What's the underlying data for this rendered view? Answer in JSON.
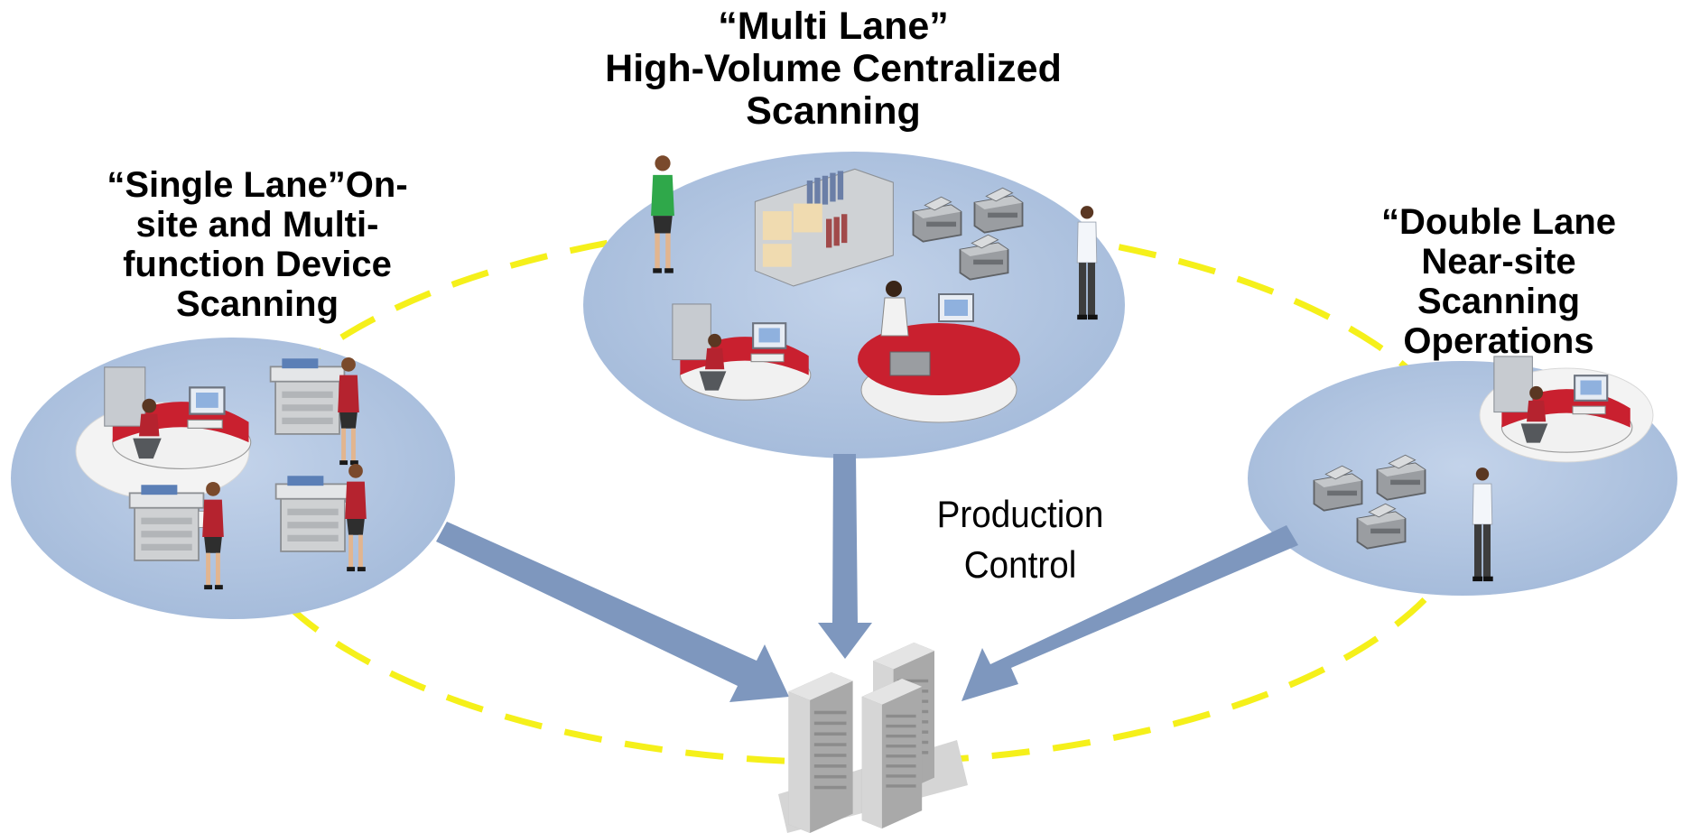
{
  "titles": {
    "multi_lane": [
      "“Multi Lane”",
      "High-Volume Centralized",
      "Scanning"
    ],
    "single_lane": [
      "“Single Lane”On-",
      "site and Multi-",
      "function Device",
      "Scanning"
    ],
    "double_lane": [
      "“Double Lane",
      "Near-site",
      "Scanning",
      "Operations"
    ]
  },
  "production_control": [
    "Production",
    "Control"
  ],
  "colors": {
    "disc": "#adc2df",
    "disc_edge": "#9fb5d4",
    "arrow": "#7e97be",
    "dashed_ring": "#f5f01a",
    "desk_red": "#c9202f",
    "desk_white": "#f2f2f2",
    "server_gray": "#c8c8c8"
  },
  "icons": {
    "site_disc": "site-platform-icon",
    "server": "server-cluster-icon",
    "scanner": "scanner-icon",
    "mfp": "multifunction-printer-icon",
    "workstation": "operator-workstation-icon",
    "person": "person-icon",
    "shelf": "document-shelf-icon"
  }
}
